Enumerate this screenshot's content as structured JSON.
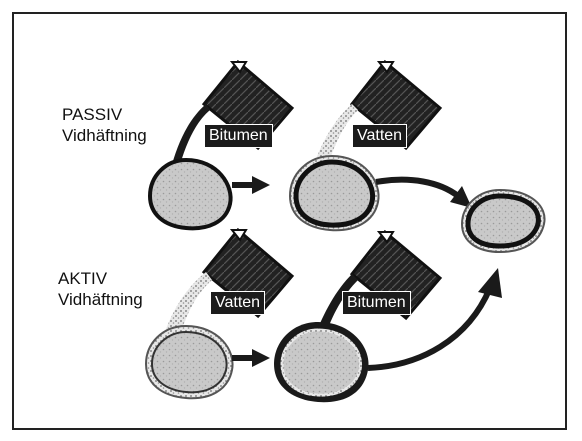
{
  "rows": [
    {
      "name": "passive",
      "label_line1": "PASSIV",
      "label_line2": "Vidhäftning",
      "first_substance": "Bitumen",
      "second_substance": "Vatten"
    },
    {
      "name": "active",
      "label_line1": "AKTIV",
      "label_line2": "Vidhäftning",
      "first_substance": "Vatten",
      "second_substance": "Bitumen"
    }
  ],
  "colors": {
    "stone_fill": "#c9c9c9",
    "bitumen": "#1a1a1a",
    "water_speckle": "#8a8a8a",
    "arrow": "#1a1a1a"
  },
  "icons": [
    "pouring-can-icon",
    "stone-icon",
    "arrow-right-icon",
    "curved-arrow-icon"
  ]
}
